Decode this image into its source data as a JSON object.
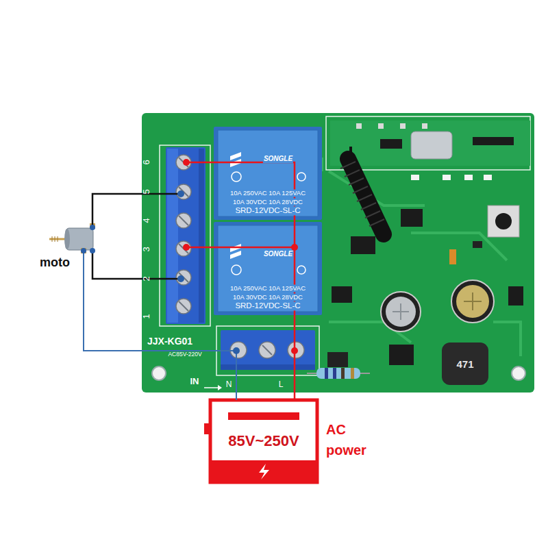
{
  "diagram": {
    "nodes": [
      {
        "text": [
          "JJX-KG01"
        ]
      },
      {
        "text": [
          "SONGLE",
          "10A 250VAC 10A 125VAC",
          "10A 30VDC 10A 28VDC",
          "SRD-12VDC-SL-C"
        ],
        "in": 0
      },
      {
        "text": [
          "SONGLE",
          "10A 250VAC 10A 125VAC",
          "10A 30VDC 10A 28VDC",
          "SRD-12VDC-SL-C"
        ],
        "in": 0
      },
      {
        "text": [
          "85V~250V"
        ]
      }
    ],
    "labels": [
      "6",
      "5",
      "4",
      "3",
      "2",
      "1",
      "AC85V-220V",
      "IN",
      "N",
      "L",
      "471",
      "moto",
      "AC power"
    ]
  }
}
